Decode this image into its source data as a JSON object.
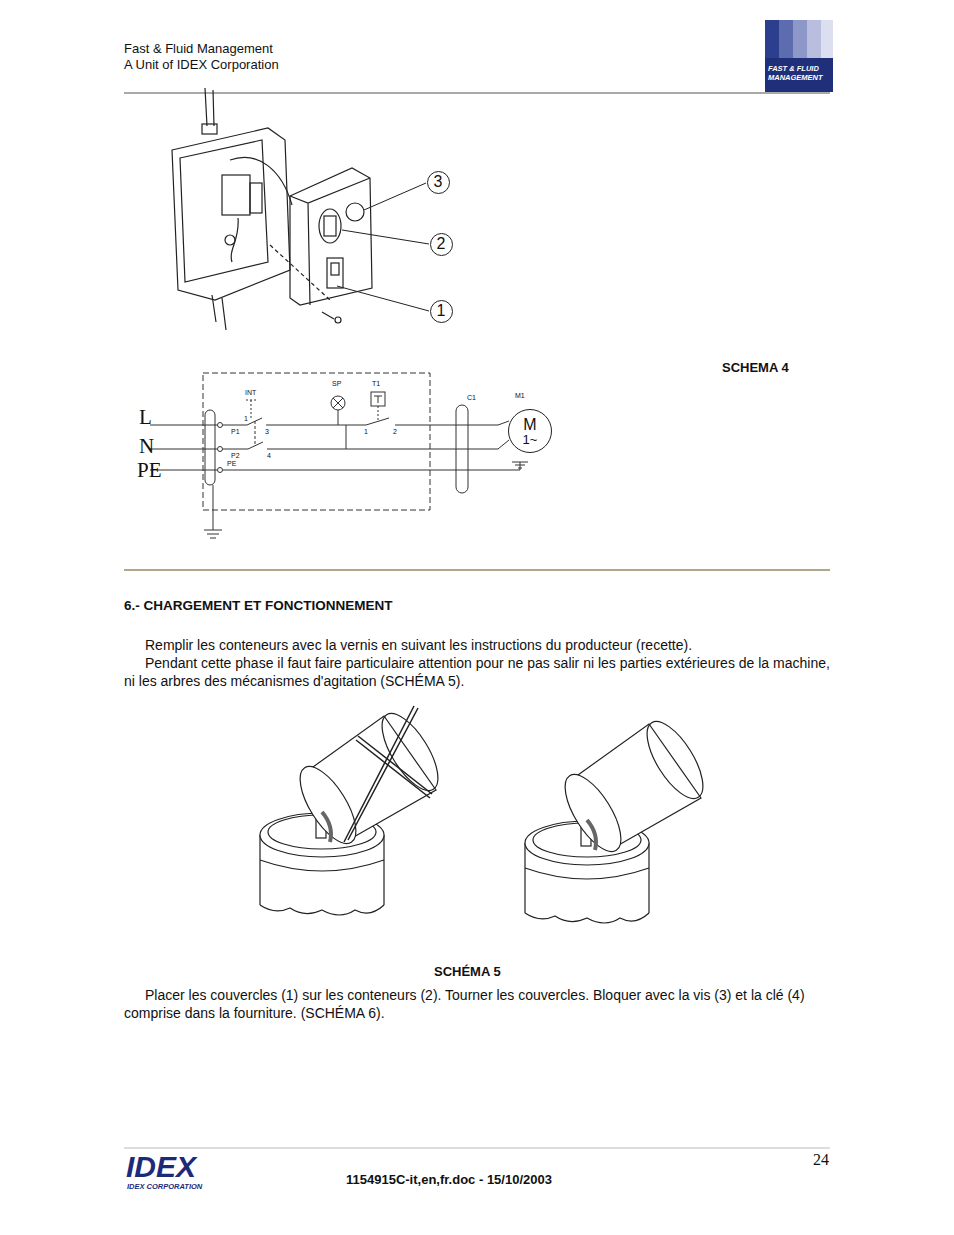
{
  "diagram": {
    "title": "6.- CHARGEMENT ET FONCTIONNEMENT",
    "nodes": [
      {
        "text": [
          "3"
        ]
      },
      {
        "text": [
          "2"
        ]
      },
      {
        "text": [
          "1"
        ]
      },
      {
        "text": [
          "M",
          "1~"
        ]
      }
    ],
    "labels": [
      "Fast & Fluid Management",
      "A Unit of IDEX Corporation",
      "FAST & FLUID MANAGEMENT",
      "SCHEMA 4",
      "L",
      "N",
      "PE",
      "INT",
      "SP",
      "T1",
      "C1",
      "M1",
      "P1",
      "1",
      "3",
      "1",
      "2",
      "P2",
      "4",
      "PE",
      "Remplir les conteneurs avec la vernis en suivant les instructions du producteur (recette).",
      "Pendant cette phase il faut faire particulaire attention pour ne pas salir ni les parties extérieures de la machine, ni les arbres des mécanismes d'agitation (SCHÉMA 5).",
      "SCHÉMA 5",
      "Placer les couvercles (1) sur les conteneurs (2). Tourner les couvercles. Bloquer avec la vis (3) et la clé (4) comprise dans la fourniture. (SCHÉMA 6).",
      "24",
      "IDEX",
      "IDEX CORPORATION",
      "1154915C-it,en,fr.doc - 15/10/2003"
    ]
  }
}
